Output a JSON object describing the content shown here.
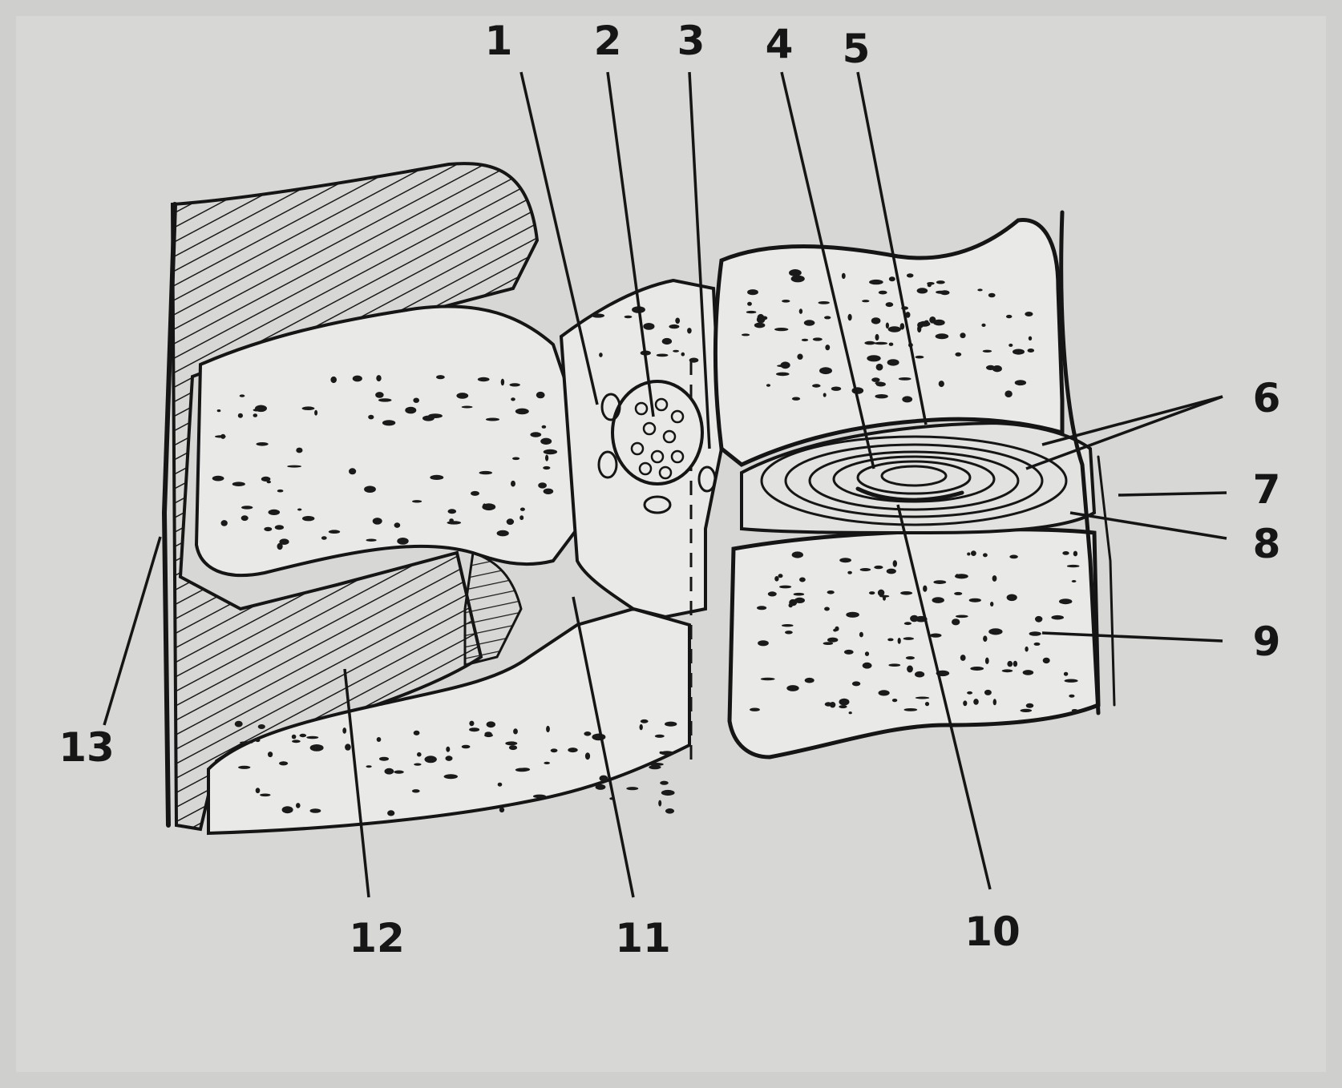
{
  "figure": {
    "labels": [
      "1",
      "2",
      "3",
      "4",
      "5",
      "6",
      "7",
      "8",
      "9",
      "10",
      "11",
      "12",
      "13"
    ]
  },
  "colors": {
    "background": "#cfcfcd",
    "bone": "#e9e9e7",
    "ink": "#151515"
  }
}
